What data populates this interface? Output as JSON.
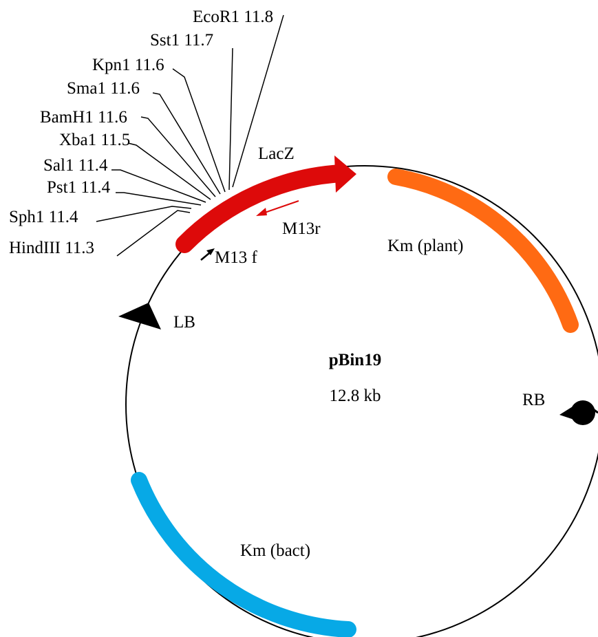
{
  "plasmid": {
    "name": "pBin19",
    "size": "12.8 kb"
  },
  "features": {
    "lacz": {
      "label": "LacZ",
      "color": "#dd0a0a"
    },
    "km_plant": {
      "label": "Km (plant)",
      "color": "#ff6a13"
    },
    "km_bact": {
      "label": "Km (bact)",
      "color": "#07a9e6"
    },
    "lb": {
      "label": "LB"
    },
    "rb": {
      "label": "RB"
    },
    "m13r": {
      "label": "M13r",
      "color": "#dd0a0a"
    },
    "m13f": {
      "label": "M13 f"
    }
  },
  "restriction_sites": [
    {
      "key": "ecor1",
      "label": "EcoR1 11.8"
    },
    {
      "key": "sst1",
      "label": "Sst1 11.7"
    },
    {
      "key": "kpn1",
      "label": "Kpn1 11.6"
    },
    {
      "key": "sma1",
      "label": "Sma1 11.6"
    },
    {
      "key": "bamh1",
      "label": "BamH1 11.6"
    },
    {
      "key": "xba1",
      "label": "Xba1 11.5"
    },
    {
      "key": "sal1",
      "label": "Sal1 11.4"
    },
    {
      "key": "pst1",
      "label": "Pst1 11.4"
    },
    {
      "key": "sph1",
      "label": "Sph1 11.4"
    },
    {
      "key": "hindiii",
      "label": "HindIII 11.3"
    }
  ]
}
